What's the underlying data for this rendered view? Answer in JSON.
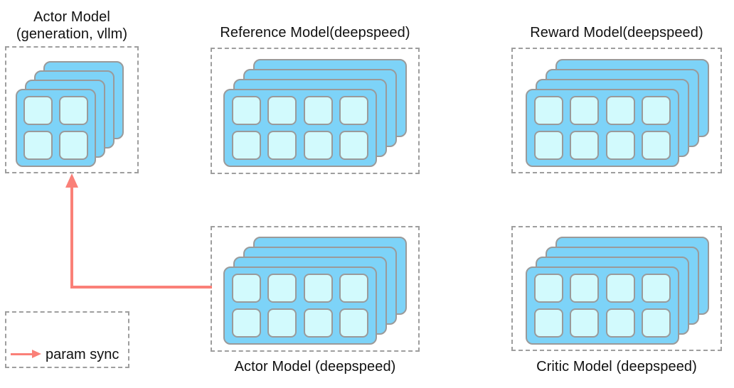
{
  "diagram": {
    "nodes": {
      "actor_vllm": {
        "label_line1": "Actor Model",
        "label_line2": "(generation, vllm)",
        "stacked_cards": 4,
        "cells_per_card": 4,
        "cell_grid": "2x2"
      },
      "reference": {
        "label": "Reference Model(deepspeed)",
        "stacked_cards": 4,
        "cells_per_card": 8,
        "cell_grid": "2x4"
      },
      "reward": {
        "label": "Reward Model(deepspeed)",
        "stacked_cards": 4,
        "cells_per_card": 8,
        "cell_grid": "2x4"
      },
      "actor_deepspeed": {
        "label": "Actor Model (deepspeed)",
        "stacked_cards": 4,
        "cells_per_card": 8,
        "cell_grid": "2x4"
      },
      "critic": {
        "label": "Critic Model (deepspeed)",
        "stacked_cards": 4,
        "cells_per_card": 8,
        "cell_grid": "2x4"
      }
    },
    "arrow": {
      "from": "Actor Model (deepspeed)",
      "to": "Actor Model (generation, vllm)"
    },
    "legend": {
      "label": "param sync"
    },
    "colors": {
      "card_fill": "#7DD3F8",
      "cell_fill": "#D2FAFD",
      "card_border": "#9A9A9A",
      "dashed_border": "#9E9E9E",
      "arrow": "#FA8078",
      "text": "#111111"
    }
  }
}
